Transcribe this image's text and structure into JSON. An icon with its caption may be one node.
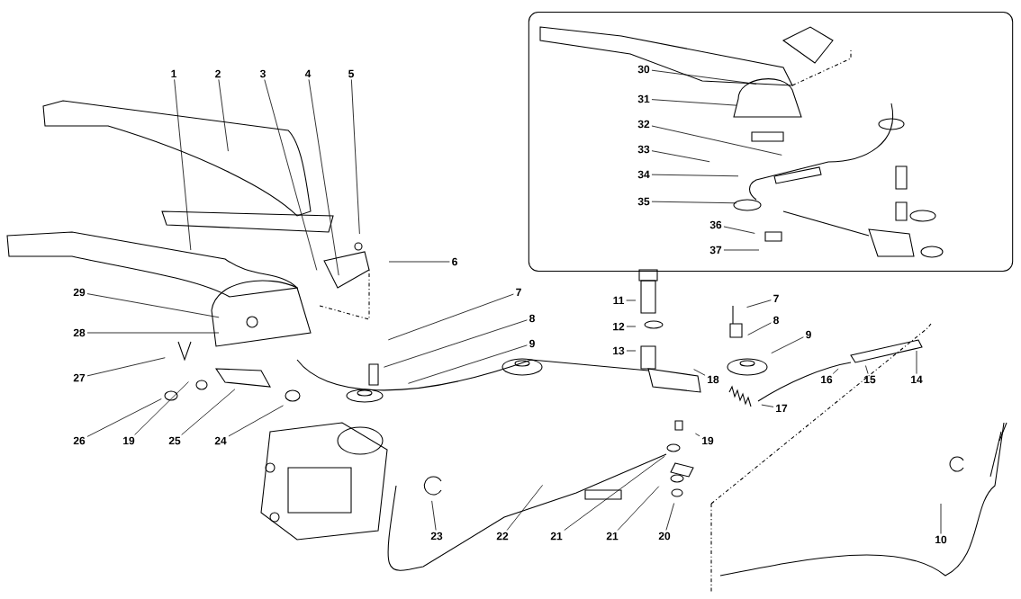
{
  "diagram": {
    "nodes": [
      {
        "text": [],
        "shape": "box"
      },
      {
        "text": [
          "30"
        ],
        "in": 0
      },
      {
        "text": [
          "31"
        ],
        "in": 0
      },
      {
        "text": [
          "32"
        ],
        "in": 0
      },
      {
        "text": [
          "33"
        ],
        "in": 0
      },
      {
        "text": [
          "34"
        ],
        "in": 0
      },
      {
        "text": [
          "35"
        ],
        "in": 0
      },
      {
        "text": [
          "36"
        ],
        "in": 0
      },
      {
        "text": [
          "37"
        ],
        "in": 0
      },
      {
        "text": [
          "1"
        ]
      },
      {
        "text": [
          "2"
        ]
      },
      {
        "text": [
          "3"
        ]
      },
      {
        "text": [
          "4"
        ]
      },
      {
        "text": [
          "5"
        ]
      },
      {
        "text": [
          "6"
        ]
      },
      {
        "text": [
          "29"
        ]
      },
      {
        "text": [
          "7"
        ]
      },
      {
        "text": [
          "11"
        ]
      },
      {
        "text": [
          "7"
        ]
      },
      {
        "text": [
          "28"
        ]
      },
      {
        "text": [
          "8"
        ]
      },
      {
        "text": [
          "12"
        ]
      },
      {
        "text": [
          "8"
        ]
      },
      {
        "text": [
          "9"
        ]
      },
      {
        "text": [
          "13"
        ]
      },
      {
        "text": [
          "9"
        ]
      },
      {
        "text": [
          "27"
        ]
      },
      {
        "text": [
          "14"
        ]
      },
      {
        "text": [
          "15"
        ]
      },
      {
        "text": [
          "16"
        ]
      },
      {
        "text": [
          "17"
        ]
      },
      {
        "text": [
          "18"
        ]
      },
      {
        "text": [
          "26"
        ]
      },
      {
        "text": [
          "19"
        ]
      },
      {
        "text": [
          "25"
        ]
      },
      {
        "text": [
          "24"
        ]
      },
      {
        "text": [
          "19"
        ]
      },
      {
        "text": [
          "10"
        ]
      },
      {
        "text": [
          "23"
        ]
      },
      {
        "text": [
          "22"
        ]
      },
      {
        "text": [
          "21"
        ]
      },
      {
        "text": [
          "21"
        ]
      },
      {
        "text": [
          "20"
        ]
      }
    ],
    "edges": [
      {
        "from": 1,
        "to": null,
        "arrow": "none"
      },
      {
        "from": 2,
        "to": null,
        "arrow": "none"
      },
      {
        "from": 3,
        "to": null,
        "arrow": "none"
      },
      {
        "from": 4,
        "to": null,
        "arrow": "none"
      },
      {
        "from": 5,
        "to": null,
        "arrow": "none"
      },
      {
        "from": 6,
        "to": null,
        "arrow": "none"
      },
      {
        "from": 7,
        "to": null,
        "arrow": "none"
      },
      {
        "from": 8,
        "to": null,
        "arrow": "none"
      },
      {
        "from": 9,
        "to": null,
        "arrow": "none"
      },
      {
        "from": 10,
        "to": null,
        "arrow": "none"
      },
      {
        "from": 11,
        "to": null,
        "arrow": "none"
      },
      {
        "from": 12,
        "to": null,
        "arrow": "none"
      },
      {
        "from": 13,
        "to": null,
        "arrow": "none"
      },
      {
        "from": 14,
        "to": null,
        "arrow": "none"
      },
      {
        "from": 15,
        "to": null,
        "arrow": "none"
      },
      {
        "from": 16,
        "to": null,
        "arrow": "none"
      },
      {
        "from": 17,
        "to": null,
        "arrow": "none"
      },
      {
        "from": 18,
        "to": null,
        "arrow": "none"
      },
      {
        "from": 19,
        "to": null,
        "arrow": "none"
      },
      {
        "from": 20,
        "to": null,
        "arrow": "none"
      },
      {
        "from": 21,
        "to": null,
        "arrow": "none"
      },
      {
        "from": 22,
        "to": null,
        "arrow": "none"
      },
      {
        "from": 23,
        "to": null,
        "arrow": "none"
      },
      {
        "from": 24,
        "to": null,
        "arrow": "none"
      },
      {
        "from": 25,
        "to": null,
        "arrow": "none"
      },
      {
        "from": 26,
        "to": null,
        "arrow": "none"
      },
      {
        "from": 27,
        "to": null,
        "arrow": "none"
      },
      {
        "from": 28,
        "to": null,
        "arrow": "none"
      },
      {
        "from": 29,
        "to": null,
        "arrow": "none"
      },
      {
        "from": 30,
        "to": null,
        "arrow": "none"
      },
      {
        "from": 31,
        "to": null,
        "arrow": "none"
      },
      {
        "from": 32,
        "to": null,
        "arrow": "none"
      },
      {
        "from": 33,
        "to": null,
        "arrow": "none"
      },
      {
        "from": 34,
        "to": null,
        "arrow": "none"
      },
      {
        "from": 35,
        "to": null,
        "arrow": "none"
      },
      {
        "from": 36,
        "to": null,
        "arrow": "none"
      },
      {
        "from": 37,
        "to": null,
        "arrow": "none"
      },
      {
        "from": 38,
        "to": null,
        "arrow": "none"
      },
      {
        "from": 39,
        "to": null,
        "arrow": "none"
      },
      {
        "from": 40,
        "to": null,
        "arrow": "none"
      },
      {
        "from": 41,
        "to": null,
        "arrow": "none"
      },
      {
        "from": 42,
        "to": null,
        "arrow": "none"
      }
    ]
  }
}
